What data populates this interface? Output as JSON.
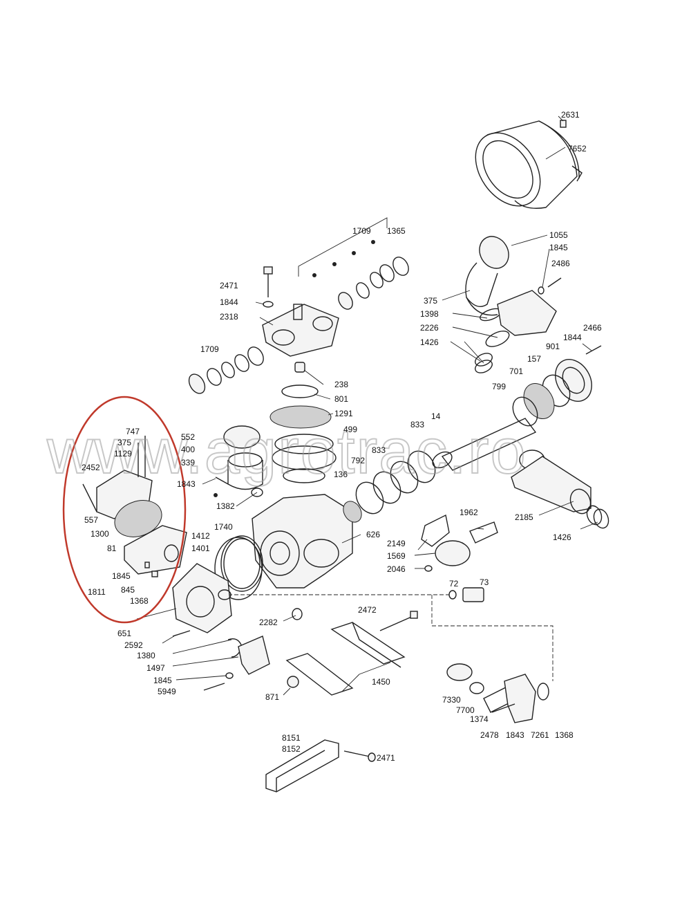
{
  "watermark": "www.agrotrac.ro",
  "colors": {
    "line": "#222222",
    "highlight": "#c0392b",
    "watermark": "#9a9a9a"
  },
  "labels": {
    "p2631": "2631",
    "p7652": "7652",
    "p1709a": "1709",
    "p1365": "1365",
    "p1055": "1055",
    "p1845a": "1845",
    "p2486": "2486",
    "p2471a": "2471",
    "p1844a": "1844",
    "p2318": "2318",
    "p375": "375",
    "p1398": "1398",
    "p2226": "2226",
    "p1426a": "1426",
    "p2466": "2466",
    "p1844b": "1844",
    "p901": "901",
    "p157": "157",
    "p701": "701",
    "p799": "799",
    "p1709b": "1709",
    "p238": "238",
    "p801": "801",
    "p1291": "1291",
    "p833a": "833",
    "p14": "14",
    "p499": "499",
    "p833b": "833",
    "p747": "747",
    "p375b": "375",
    "p1129": "1129",
    "p2452": "2452",
    "p552": "552",
    "p400": "400",
    "p339": "339",
    "p1843a": "1843",
    "p792": "792",
    "p136": "136",
    "p1382": "1382",
    "p1740": "1740",
    "p557": "557",
    "p1300": "1300",
    "p81": "81",
    "p1845b": "1845",
    "p845": "845",
    "p1811": "1811",
    "p1368a": "1368",
    "p1412": "1412",
    "p1401": "1401",
    "p626": "626",
    "p1962": "1962",
    "p2149": "2149",
    "p1569": "1569",
    "p2046": "2046",
    "p2185": "2185",
    "p1426b": "1426",
    "p72": "72",
    "p73": "73",
    "p651": "651",
    "p2592": "2592",
    "p1380": "1380",
    "p1497": "1497",
    "p1845c": "1845",
    "p5949": "5949",
    "p2282": "2282",
    "p2472": "2472",
    "p871": "871",
    "p1450": "1450",
    "p7330": "7330",
    "p7700": "7700",
    "p1374": "1374",
    "p2478": "2478",
    "p1843b": "1843",
    "p7261": "7261",
    "p1368b": "1368",
    "p8151": "8151",
    "p8152": "8152",
    "p2471b": "2471"
  }
}
